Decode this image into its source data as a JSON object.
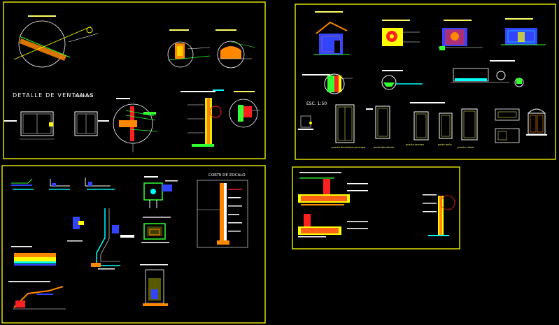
{
  "sheets": {
    "windows": {
      "title": "DETALLE DE VENTANAS",
      "scale": "ESCALA 1:50"
    },
    "facades": {
      "scale_label": "ESC. 1:50",
      "captions": [
        "puerta dormitorio principal",
        "porta dormitorio",
        "puerta terraza",
        "porta baño",
        "puerta closet"
      ]
    },
    "foundations": {
      "section_title": "CORTE DE ZOCALO"
    },
    "detail": {}
  },
  "colors": {
    "background": "#000000",
    "frame": "#ffff00",
    "line": "#ffffff",
    "accent_red": "#ff2020",
    "accent_green": "#33ff33",
    "accent_cyan": "#00ffff",
    "accent_blue": "#3344ff",
    "accent_orange": "#ff8800",
    "accent_magenta": "#ff33ff"
  }
}
